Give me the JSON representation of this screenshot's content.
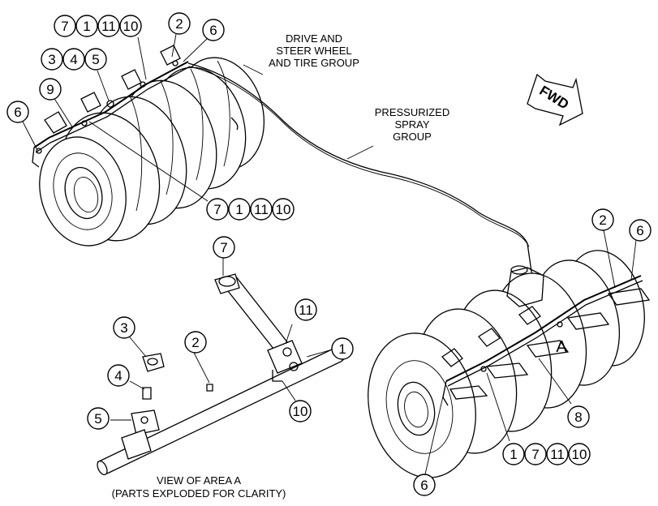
{
  "labels": {
    "drive_line1": "DRIVE AND",
    "drive_line2": "STEER WHEEL",
    "drive_line3": "AND TIRE GROUP",
    "spray_line1": "PRESSURIZED",
    "spray_line2": "SPRAY",
    "spray_line3": "GROUP",
    "view_line1": "VIEW OF AREA A",
    "view_line2": "(PARTS EXPLODED FOR CLARITY)",
    "area_marker": "A",
    "fwd": "FWD"
  },
  "callouts": {
    "top_row1": [
      "7",
      "1",
      "11",
      "10"
    ],
    "top_row2": [
      "3",
      "4",
      "5"
    ],
    "top_2": "2",
    "top_6a": "6",
    "top_9": "9",
    "top_6b": "6",
    "top_row3": [
      "7",
      "1",
      "11",
      "10"
    ],
    "right_2": "2",
    "right_6a": "6",
    "right_8": "8",
    "right_row": [
      "1",
      "7",
      "11",
      "10"
    ],
    "right_6b": "6",
    "ex_7": "7",
    "ex_11": "11",
    "ex_3": "3",
    "ex_2": "2",
    "ex_1": "1",
    "ex_4": "4",
    "ex_5": "5",
    "ex_10": "10"
  }
}
